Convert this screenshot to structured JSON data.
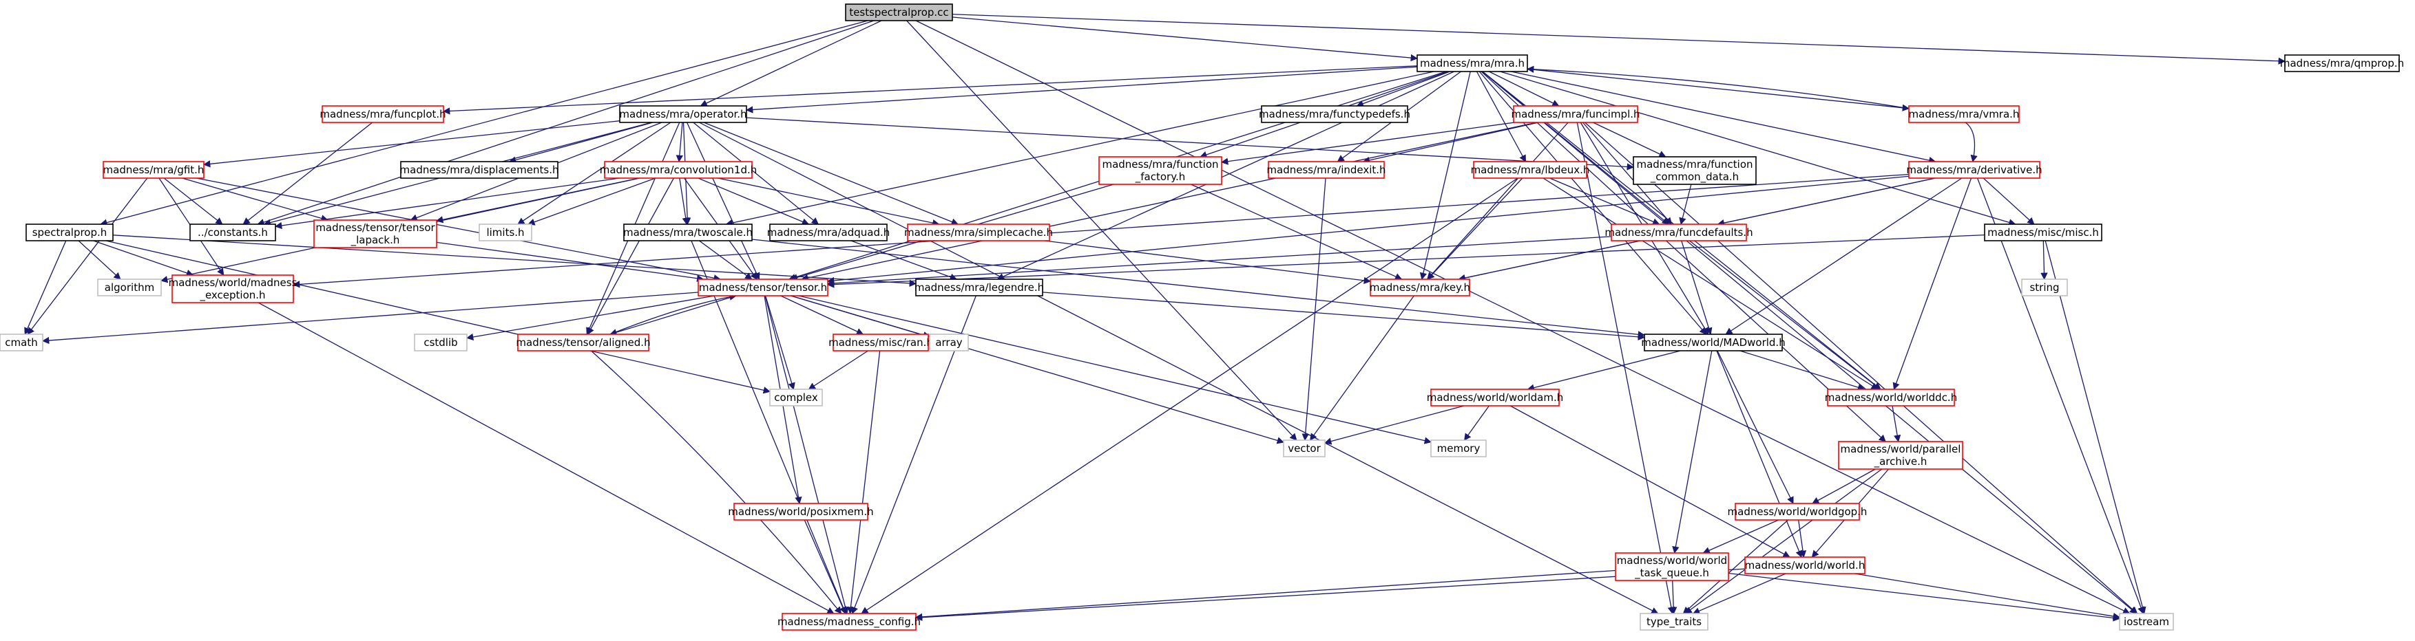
{
  "graph": {
    "nodes": [
      {
        "id": "root",
        "lines": [
          "testspectralprop.cc"
        ],
        "style": "root"
      },
      {
        "id": "mra",
        "lines": [
          "madness/mra/mra.h"
        ],
        "style": "black"
      },
      {
        "id": "qmprop",
        "lines": [
          "madness/mra/qmprop.h"
        ],
        "style": "black"
      },
      {
        "id": "funcplot",
        "lines": [
          "madness/mra/funcplot.h"
        ],
        "style": "red"
      },
      {
        "id": "operator",
        "lines": [
          "madness/mra/operator.h"
        ],
        "style": "black"
      },
      {
        "id": "functypedefs",
        "lines": [
          "madness/mra/functypedefs.h"
        ],
        "style": "black"
      },
      {
        "id": "funcimpl",
        "lines": [
          "madness/mra/funcimpl.h"
        ],
        "style": "red"
      },
      {
        "id": "vmra",
        "lines": [
          "madness/mra/vmra.h"
        ],
        "style": "red"
      },
      {
        "id": "gfit",
        "lines": [
          "madness/mra/gfit.h"
        ],
        "style": "red"
      },
      {
        "id": "displacements",
        "lines": [
          "madness/mra/displacements.h"
        ],
        "style": "black"
      },
      {
        "id": "convolution1d",
        "lines": [
          "madness/mra/convolution1d.h"
        ],
        "style": "red"
      },
      {
        "id": "function_factory",
        "lines": [
          "madness/mra/function",
          "_factory.h"
        ],
        "style": "red"
      },
      {
        "id": "indexit",
        "lines": [
          "madness/mra/indexit.h"
        ],
        "style": "red"
      },
      {
        "id": "function_common",
        "lines": [
          "madness/mra/function",
          "_common_data.h"
        ],
        "style": "black"
      },
      {
        "id": "derivative",
        "lines": [
          "madness/mra/derivative.h"
        ],
        "style": "red"
      },
      {
        "id": "spectralprop",
        "lines": [
          "spectralprop.h"
        ],
        "style": "black"
      },
      {
        "id": "constants",
        "lines": [
          "../constants.h"
        ],
        "style": "black"
      },
      {
        "id": "tensor_lapack",
        "lines": [
          "madness/tensor/tensor",
          "_lapack.h"
        ],
        "style": "red"
      },
      {
        "id": "limits",
        "lines": [
          "limits.h"
        ],
        "style": "gray"
      },
      {
        "id": "twoscale",
        "lines": [
          "madness/mra/twoscale.h"
        ],
        "style": "black"
      },
      {
        "id": "adquad",
        "lines": [
          "madness/mra/adquad.h"
        ],
        "style": "black"
      },
      {
        "id": "simplecache",
        "lines": [
          "madness/mra/simplecache.h"
        ],
        "style": "red"
      },
      {
        "id": "lbdeux",
        "lines": [
          "madness/mra/lbdeux.h"
        ],
        "style": "red"
      },
      {
        "id": "funcdefaults",
        "lines": [
          "madness/mra/funcdefaults.h"
        ],
        "style": "red"
      },
      {
        "id": "misc",
        "lines": [
          "madness/misc/misc.h"
        ],
        "style": "black"
      },
      {
        "id": "algorithm",
        "lines": [
          "algorithm"
        ],
        "style": "gray"
      },
      {
        "id": "madness_exception",
        "lines": [
          "madness/world/madness",
          "_exception.h"
        ],
        "style": "red"
      },
      {
        "id": "tensor",
        "lines": [
          "madness/tensor/tensor.h"
        ],
        "style": "red"
      },
      {
        "id": "legendre",
        "lines": [
          "madness/mra/legendre.h"
        ],
        "style": "black"
      },
      {
        "id": "key",
        "lines": [
          "madness/mra/key.h"
        ],
        "style": "red"
      },
      {
        "id": "string",
        "lines": [
          "string"
        ],
        "style": "gray"
      },
      {
        "id": "cmath",
        "lines": [
          "cmath"
        ],
        "style": "gray"
      },
      {
        "id": "cstdlib",
        "lines": [
          "cstdlib"
        ],
        "style": "gray"
      },
      {
        "id": "aligned",
        "lines": [
          "madness/tensor/aligned.h"
        ],
        "style": "red"
      },
      {
        "id": "ran",
        "lines": [
          "madness/misc/ran.h"
        ],
        "style": "red"
      },
      {
        "id": "array",
        "lines": [
          "array"
        ],
        "style": "gray"
      },
      {
        "id": "madworld",
        "lines": [
          "madness/world/MADworld.h"
        ],
        "style": "black"
      },
      {
        "id": "complex",
        "lines": [
          "complex"
        ],
        "style": "gray"
      },
      {
        "id": "worldam",
        "lines": [
          "madness/world/worldam.h"
        ],
        "style": "red"
      },
      {
        "id": "worlddc",
        "lines": [
          "madness/world/worlddc.h"
        ],
        "style": "red"
      },
      {
        "id": "vector",
        "lines": [
          "vector"
        ],
        "style": "gray"
      },
      {
        "id": "memory",
        "lines": [
          "memory"
        ],
        "style": "gray"
      },
      {
        "id": "parallel_archive",
        "lines": [
          "madness/world/parallel",
          "_archive.h"
        ],
        "style": "red"
      },
      {
        "id": "posixmem",
        "lines": [
          "madness/world/posixmem.h"
        ],
        "style": "red"
      },
      {
        "id": "worldgop",
        "lines": [
          "madness/world/worldgop.h"
        ],
        "style": "red"
      },
      {
        "id": "world_task_queue",
        "lines": [
          "madness/world/world",
          "_task_queue.h"
        ],
        "style": "red"
      },
      {
        "id": "world",
        "lines": [
          "madness/world/world.h"
        ],
        "style": "red"
      },
      {
        "id": "madness_config",
        "lines": [
          "madness/madness_config.h"
        ],
        "style": "red"
      },
      {
        "id": "type_traits",
        "lines": [
          "type_traits"
        ],
        "style": "gray"
      },
      {
        "id": "iostream",
        "lines": [
          "iostream"
        ],
        "style": "gray"
      }
    ],
    "edges": [
      [
        "root",
        "mra"
      ],
      [
        "root",
        "qmprop"
      ],
      [
        "root",
        "operator"
      ],
      [
        "root",
        "spectralprop"
      ],
      [
        "root",
        "constants"
      ],
      [
        "root",
        "vector"
      ],
      [
        "root",
        "iostream"
      ],
      [
        "mra",
        "funcplot"
      ],
      [
        "mra",
        "operator"
      ],
      [
        "mra",
        "functypedefs"
      ],
      [
        "mra",
        "funcimpl"
      ],
      [
        "mra",
        "vmra"
      ],
      [
        "mra",
        "function_factory"
      ],
      [
        "mra",
        "indexit"
      ],
      [
        "mra",
        "lbdeux"
      ],
      [
        "mra",
        "derivative"
      ],
      [
        "mra",
        "twoscale"
      ],
      [
        "mra",
        "key"
      ],
      [
        "mra",
        "tensor"
      ],
      [
        "mra",
        "legendre"
      ],
      [
        "mra",
        "funcdefaults"
      ],
      [
        "mra",
        "misc"
      ],
      [
        "mra",
        "madworld"
      ],
      [
        "mra",
        "worlddc"
      ],
      [
        "mra",
        "parallel_archive"
      ],
      [
        "mra",
        "iostream"
      ],
      [
        "funcplot",
        "constants"
      ],
      [
        "operator",
        "gfit"
      ],
      [
        "operator",
        "displacements"
      ],
      [
        "operator",
        "convolution1d"
      ],
      [
        "operator",
        "constants"
      ],
      [
        "operator",
        "tensor_lapack"
      ],
      [
        "operator",
        "limits"
      ],
      [
        "operator",
        "twoscale"
      ],
      [
        "operator",
        "adquad"
      ],
      [
        "operator",
        "simplecache"
      ],
      [
        "operator",
        "function_common"
      ],
      [
        "operator",
        "aligned"
      ],
      [
        "operator",
        "type_traits"
      ],
      [
        "operator",
        "tensor"
      ],
      [
        "funcimpl",
        "function_factory"
      ],
      [
        "funcimpl",
        "indexit"
      ],
      [
        "funcimpl",
        "function_common"
      ],
      [
        "funcimpl",
        "funcdefaults"
      ],
      [
        "funcimpl",
        "key"
      ],
      [
        "funcimpl",
        "tensor"
      ],
      [
        "funcimpl",
        "madworld"
      ],
      [
        "funcimpl",
        "type_traits"
      ],
      [
        "funcimpl",
        "iostream"
      ],
      [
        "vmra",
        "mra"
      ],
      [
        "vmra",
        "derivative"
      ],
      [
        "gfit",
        "constants"
      ],
      [
        "gfit",
        "tensor_lapack"
      ],
      [
        "gfit",
        "madness_exception"
      ],
      [
        "gfit",
        "cmath"
      ],
      [
        "gfit",
        "tensor"
      ],
      [
        "convolution1d",
        "constants"
      ],
      [
        "convolution1d",
        "tensor_lapack"
      ],
      [
        "convolution1d",
        "limits"
      ],
      [
        "convolution1d",
        "twoscale"
      ],
      [
        "convolution1d",
        "adquad"
      ],
      [
        "convolution1d",
        "simplecache"
      ],
      [
        "convolution1d",
        "algorithm"
      ],
      [
        "convolution1d",
        "aligned"
      ],
      [
        "convolution1d",
        "tensor"
      ],
      [
        "function_factory",
        "tensor"
      ],
      [
        "function_factory",
        "key"
      ],
      [
        "indexit",
        "vector"
      ],
      [
        "function_common",
        "funcdefaults"
      ],
      [
        "derivative",
        "funcdefaults"
      ],
      [
        "derivative",
        "misc"
      ],
      [
        "derivative",
        "key"
      ],
      [
        "derivative",
        "tensor"
      ],
      [
        "derivative",
        "madworld"
      ],
      [
        "derivative",
        "worlddc"
      ],
      [
        "derivative",
        "iostream"
      ],
      [
        "derivative",
        "madness_exception"
      ],
      [
        "spectralprop",
        "algorithm"
      ],
      [
        "spectralprop",
        "cmath"
      ],
      [
        "spectralprop",
        "madness_exception"
      ],
      [
        "spectralprop",
        "complex"
      ],
      [
        "spectralprop",
        "legendre"
      ],
      [
        "tensor_lapack",
        "tensor"
      ],
      [
        "twoscale",
        "tensor"
      ],
      [
        "twoscale",
        "madworld"
      ],
      [
        "twoscale",
        "madness_config"
      ],
      [
        "adquad",
        "legendre"
      ],
      [
        "simplecache",
        "key"
      ],
      [
        "lbdeux",
        "funcdefaults"
      ],
      [
        "lbdeux",
        "key"
      ],
      [
        "lbdeux",
        "worlddc"
      ],
      [
        "lbdeux",
        "madness_config"
      ],
      [
        "funcdefaults",
        "key"
      ],
      [
        "funcdefaults",
        "tensor"
      ],
      [
        "funcdefaults",
        "madworld"
      ],
      [
        "funcdefaults",
        "worlddc"
      ],
      [
        "misc",
        "string"
      ],
      [
        "misc",
        "iostream"
      ],
      [
        "misc",
        "tensor"
      ],
      [
        "madness_exception",
        "madness_config"
      ],
      [
        "tensor",
        "cmath"
      ],
      [
        "tensor",
        "cstdlib"
      ],
      [
        "tensor",
        "aligned"
      ],
      [
        "tensor",
        "ran"
      ],
      [
        "tensor",
        "array"
      ],
      [
        "tensor",
        "complex"
      ],
      [
        "tensor",
        "vector"
      ],
      [
        "tensor",
        "memory"
      ],
      [
        "tensor",
        "posixmem"
      ],
      [
        "tensor",
        "madness_config"
      ],
      [
        "aligned",
        "tensor"
      ],
      [
        "aligned",
        "madness_config"
      ],
      [
        "legendre",
        "madworld"
      ],
      [
        "legendre",
        "madness_config"
      ],
      [
        "key",
        "vector"
      ],
      [
        "ran",
        "complex"
      ],
      [
        "ran",
        "madness_config"
      ],
      [
        "madworld",
        "worldam"
      ],
      [
        "madworld",
        "worlddc"
      ],
      [
        "madworld",
        "worldgop"
      ],
      [
        "madworld",
        "world_task_queue"
      ],
      [
        "madworld",
        "world"
      ],
      [
        "worldam",
        "vector"
      ],
      [
        "worldam",
        "memory"
      ],
      [
        "worldam",
        "world"
      ],
      [
        "worlddc",
        "parallel_archive"
      ],
      [
        "parallel_archive",
        "worldgop"
      ],
      [
        "parallel_archive",
        "world"
      ],
      [
        "parallel_archive",
        "type_traits"
      ],
      [
        "posixmem",
        "madness_config"
      ],
      [
        "worldgop",
        "world_task_queue"
      ],
      [
        "worldgop",
        "world"
      ],
      [
        "worldgop",
        "type_traits"
      ],
      [
        "world_task_queue",
        "madness_config"
      ],
      [
        "world_task_queue",
        "type_traits"
      ],
      [
        "world_task_queue",
        "iostream"
      ],
      [
        "world",
        "madness_config"
      ],
      [
        "world",
        "type_traits"
      ],
      [
        "world",
        "iostream"
      ]
    ]
  }
}
